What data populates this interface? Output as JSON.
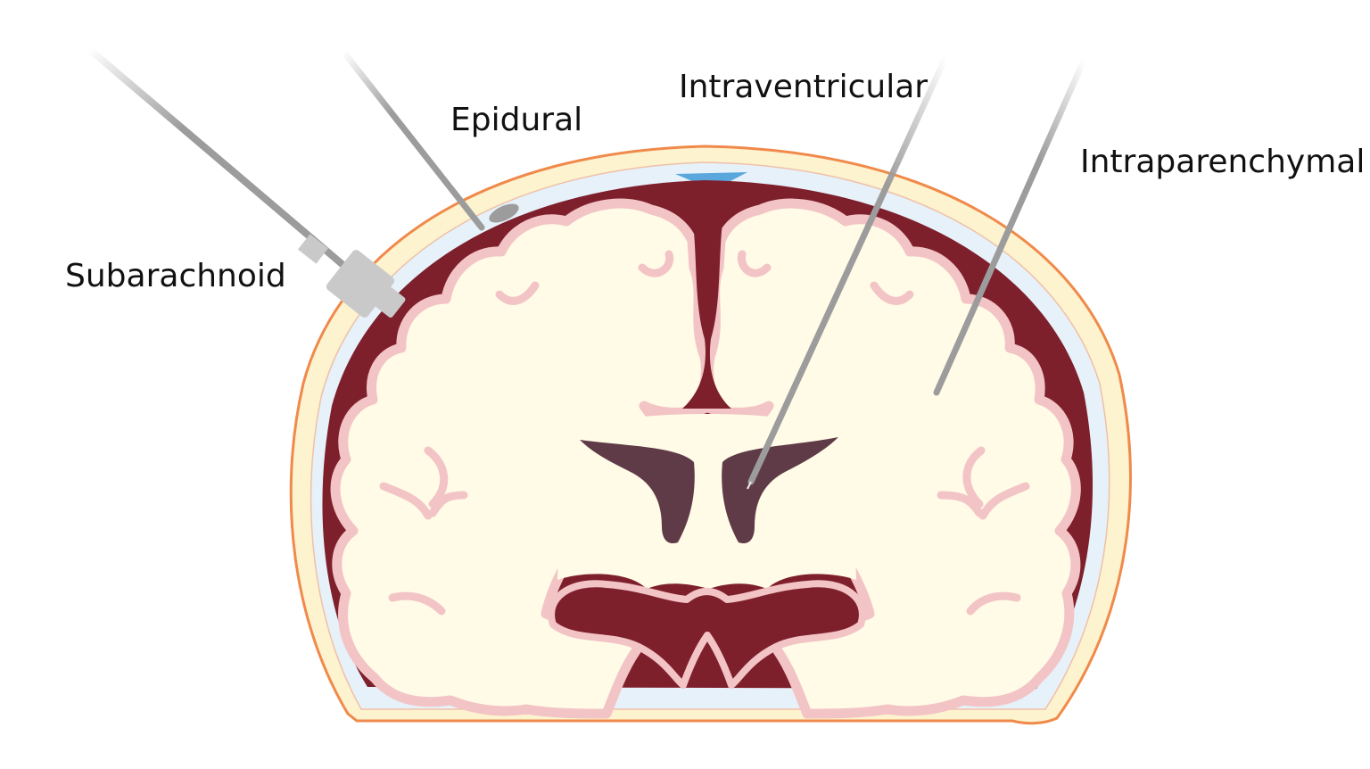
{
  "labels": {
    "epidural": "Epidural",
    "intraventricular": "Intraventricular",
    "intraparenchymal": "Intraparenchymal",
    "subarachnoid": "Subarachnoid"
  },
  "colors": {
    "background": "#ffffff",
    "skull_outline": "#f08a4b",
    "skull_fill": "#fdf3cf",
    "csf_space": "#e6f1f9",
    "sulci_dark": "#7e1f2c",
    "cortex_pink": "#f3c4c6",
    "white_matter": "#fffbe6",
    "ventricles": "#5f3b47",
    "sinus_blue": "#5aa7dd",
    "probe_gray": "#9c9c9c",
    "bolt_gray": "#c9c9c9",
    "label_text": "#111111"
  },
  "icons": {
    "subarachnoid_device": "bolt-icon",
    "epidural_device": "epidural-sensor-icon",
    "ventricular_device": "catheter-icon",
    "parenchymal_device": "probe-icon"
  }
}
